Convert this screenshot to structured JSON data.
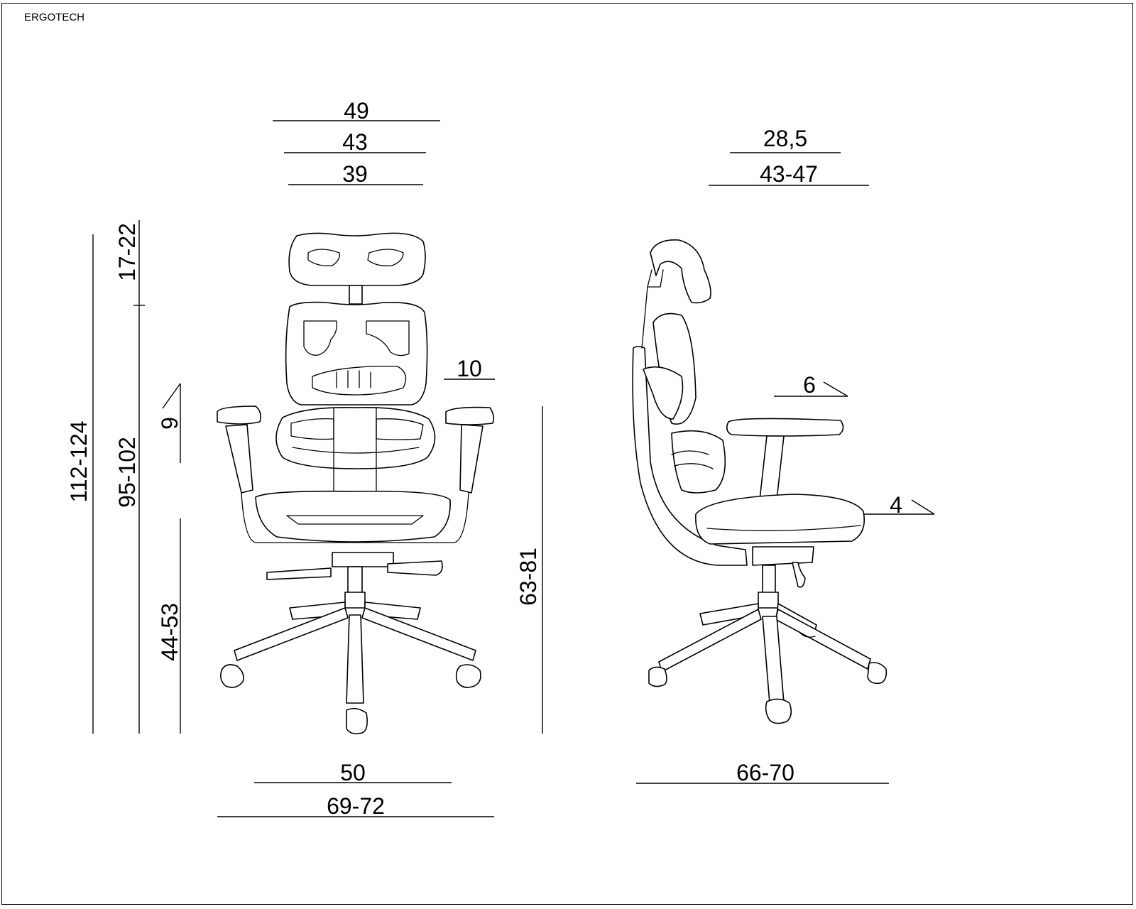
{
  "brand": "ERGOTECH",
  "front_view": {
    "headrest_width": "49",
    "backrest_width": "43",
    "seat_width": "39",
    "headrest_height": "17-22",
    "total_height": "112-124",
    "backrest_height": "95-102",
    "armrest_tilt": "9",
    "armrest_width": "10",
    "seat_height": "44-53",
    "armrest_height": "63-81",
    "seat_base_width": "50",
    "base_width": "69-72"
  },
  "side_view": {
    "seat_depth": "28,5",
    "seat_depth_adjust": "43-47",
    "armrest_offset": "6",
    "seat_tilt": "4",
    "base_depth": "66-70"
  }
}
